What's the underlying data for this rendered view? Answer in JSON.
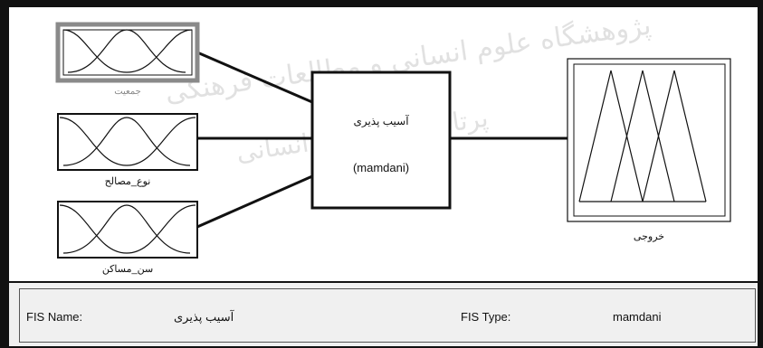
{
  "watermark": {
    "line1": "پژوهشگاه علوم انسانی و مطالعات فرهنگی",
    "line2": "پرتال جامع علوم انسانی"
  },
  "inputs": [
    {
      "label": "جمعیت"
    },
    {
      "label": "نوع_مصالح"
    },
    {
      "label": "سن_مساکن"
    }
  ],
  "system": {
    "name": "آسیب پذیری",
    "type_display": "(mamdani)"
  },
  "output": {
    "label": "خروجی"
  },
  "info": {
    "fis_name_label": "FIS Name:",
    "fis_name_value": "آسیب پذیری",
    "fis_type_label": "FIS Type:",
    "fis_type_value": "mamdani"
  },
  "colors": {
    "selected_border": "#8a8a8a",
    "line": "#111111",
    "info_bg": "#f0f0f0"
  }
}
